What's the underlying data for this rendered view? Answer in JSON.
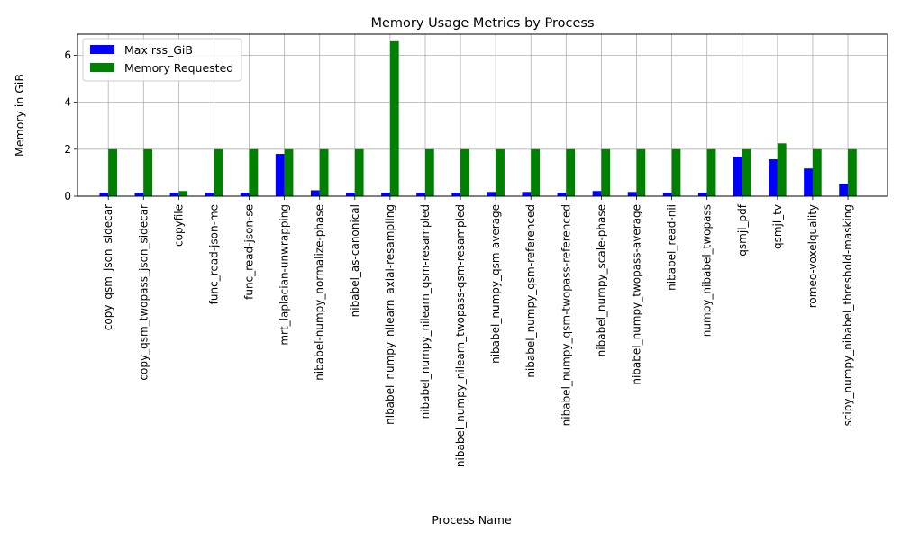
{
  "chart_data": {
    "type": "bar",
    "title": "Memory Usage Metrics by Process",
    "xlabel": "Process Name",
    "ylabel": "Memory in GiB",
    "ylim": [
      0,
      6.9
    ],
    "yticks": [
      0,
      2,
      4,
      6
    ],
    "grid": true,
    "legend_position": "top-left",
    "categories": [
      "copy_qsm_json_sidecar",
      "copy_qsm_twopass_json_sidecar",
      "copyfile",
      "func_read-json-me",
      "func_read-json-se",
      "mrt_laplacian-unwrapping",
      "nibabel-numpy_normalize-phase",
      "nibabel_as-canonical",
      "nibabel_numpy_nilearn_axial-resampling",
      "nibabel_numpy_nilearn_qsm-resampled",
      "nibabel_numpy_nilearn_twopass-qsm-resampled",
      "nibabel_numpy_qsm-average",
      "nibabel_numpy_qsm-referenced",
      "nibabel_numpy_qsm-twopass-referenced",
      "nibabel_numpy_scale-phase",
      "nibabel_numpy_twopass-average",
      "nibabel_read-nii",
      "numpy_nibabel_twopass",
      "qsmjl_pdf",
      "qsmjl_tv",
      "romeo-voxelquality",
      "scipy_numpy_nibabel_threshold-masking"
    ],
    "series": [
      {
        "name": "Max rss_GiB",
        "color": "#0000ff",
        "values": [
          0.15,
          0.15,
          0.15,
          0.15,
          0.15,
          1.8,
          0.25,
          0.15,
          0.15,
          0.15,
          0.15,
          0.18,
          0.18,
          0.15,
          0.22,
          0.18,
          0.15,
          0.15,
          1.68,
          1.57,
          1.18,
          0.52
        ]
      },
      {
        "name": "Memory Requested",
        "color": "#008000",
        "values": [
          2,
          2,
          0.22,
          2,
          2,
          2,
          2,
          2,
          6.6,
          2,
          2,
          2,
          2,
          2,
          2,
          2,
          2,
          2,
          2,
          2.25,
          2,
          2
        ]
      }
    ]
  }
}
